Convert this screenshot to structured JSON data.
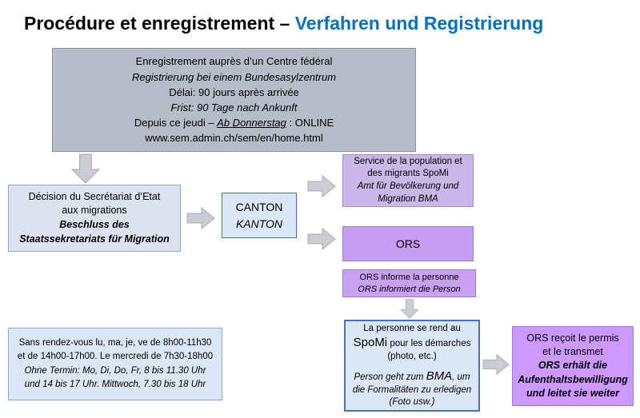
{
  "title": {
    "fr": "Procédure et enregistrement –",
    "de": "Verfahren und Registrierung"
  },
  "colors": {
    "title_accent": "#0070C0",
    "gray_box": "#b6bdc8",
    "light_gray_blue_box": "#dde3ee",
    "light_blue_box": "#dbe6f6",
    "blue_border": "#4472c4",
    "light_purple_box": "#c9b7e8",
    "purple_box": "#c79cf3",
    "bright_purple_box": "#cc99ff",
    "arrow_fill": "#c9cdd3"
  },
  "icons": {
    "down_arrow": "block-arrow-down",
    "right_arrow": "block-arrow-right"
  },
  "federal_center_box": {
    "fr_line1": "Enregistrement auprès d’un Centre fédéral",
    "de_line1": "Registrierung bei einem Bundesasylzentrum",
    "fr_line2": "Délai: 90 jours après arrivée",
    "de_line2": "Frist: 90 Tage nach Ankunft",
    "online_prefix": "Depuis ce jeudi – ",
    "online_italic": "Ab Donnerstag",
    "online_suffix": " : ONLINE",
    "url": "www.sem.admin.ch/sem/en/home.html"
  },
  "decision_box": {
    "fr_line1": "Décision du Secrétariat d’Etat",
    "fr_line2": "aux migrations",
    "de_line1": "Beschluss des",
    "de_line2": "Staatssekretariats für Migration"
  },
  "canton_box": {
    "fr": "CANTON",
    "de": "KANTON"
  },
  "spomi_box": {
    "fr_line1": "Service de la population et",
    "fr_line2": "des migrants SpoMi",
    "de_line1": "Amt für Bevölkerung und",
    "de_line2": "Migration BMA"
  },
  "ors_box": {
    "label": "ORS"
  },
  "ors_inform_box": {
    "fr": "ORS informe la personne",
    "de": "ORS informiert die Person"
  },
  "schedule_box": {
    "fr_line1": "Sans rendez-vous lu, ma, je, ve de 8h00-11h30",
    "fr_line2": "et de 14h00-17h00. Le mercredi de 7h30-18h00",
    "de_line1": "Ohne Termin: Mo, Di, Do, Fr, 8 bis 11.30 Uhr",
    "de_line2": "und 14 bis 17 Uhr. Mittwoch, 7.30 bis 18 Uhr"
  },
  "visit_box": {
    "fr_line1": "La personne se rend au",
    "fr_big": "SpoMi",
    "fr_rest": " pour les démarches",
    "fr_line3": "(photo, etc.)",
    "de_pre": "Person geht zum ",
    "de_big": "BMA",
    "de_rest": ", um",
    "de_line2": "die Formalitäten zu erledigen",
    "de_line3": "(Foto usw.)"
  },
  "permit_box": {
    "fr_line1": "ORS reçoit le permis",
    "fr_line2": "et le transmet",
    "de_line1": "ORS erhält die",
    "de_line2": "Aufenthaltsbewilligung",
    "de_line3": "und leitet sie weiter"
  }
}
